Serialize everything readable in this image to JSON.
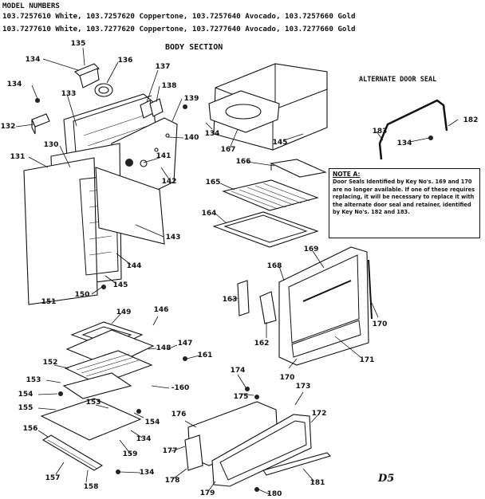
{
  "header": {
    "line1": "MODEL NUMBERS",
    "line2": "103.7257610 White, 103.7257620 Coppertone, 103.7257640 Avocado, 103.7257660 Gold",
    "line3": "103.7277610 White, 103.7277620 Coppertone, 103.7277640 Avocado, 103.7277660 Gold"
  },
  "section_title": "BODY SECTION",
  "alternate_title": "ALTERNATE DOOR SEAL",
  "note": {
    "title": "NOTE A:",
    "body": "Door Seals Identified by Key No's. 169 and 170 are no longer available. If one of these requires replacing, it will be necessary to replace it with the alternate door seal and retainer, identified by Key No's. 182 and 183."
  },
  "corner_mark": "D5",
  "labels": [
    {
      "id": "134a",
      "text": "134"
    },
    {
      "id": "135",
      "text": "135"
    },
    {
      "id": "136",
      "text": "136"
    },
    {
      "id": "137",
      "text": "137"
    },
    {
      "id": "138",
      "text": "138"
    },
    {
      "id": "139",
      "text": "139"
    },
    {
      "id": "134b",
      "text": "134"
    },
    {
      "id": "133",
      "text": "133"
    },
    {
      "id": "132",
      "text": "132"
    },
    {
      "id": "140",
      "text": "140"
    },
    {
      "id": "130",
      "text": "130"
    },
    {
      "id": "131",
      "text": "131"
    },
    {
      "id": "141",
      "text": "141"
    },
    {
      "id": "142",
      "text": "142"
    },
    {
      "id": "143",
      "text": "143"
    },
    {
      "id": "144",
      "text": "144"
    },
    {
      "id": "145a",
      "text": "145"
    },
    {
      "id": "151",
      "text": "151"
    },
    {
      "id": "150",
      "text": "150"
    },
    {
      "id": "134c",
      "text": "134"
    },
    {
      "id": "167",
      "text": "167"
    },
    {
      "id": "145b",
      "text": "145"
    },
    {
      "id": "166",
      "text": "166"
    },
    {
      "id": "165",
      "text": "165"
    },
    {
      "id": "164",
      "text": "164"
    },
    {
      "id": "183",
      "text": "183"
    },
    {
      "id": "182",
      "text": "182"
    },
    {
      "id": "134d",
      "text": "134"
    },
    {
      "id": "169",
      "text": "169"
    },
    {
      "id": "168",
      "text": "168"
    },
    {
      "id": "163",
      "text": "163"
    },
    {
      "id": "162",
      "text": "162"
    },
    {
      "id": "170a",
      "text": "170"
    },
    {
      "id": "170b",
      "text": "170"
    },
    {
      "id": "171",
      "text": "171"
    },
    {
      "id": "149",
      "text": "149"
    },
    {
      "id": "146",
      "text": "146"
    },
    {
      "id": "148",
      "text": "148"
    },
    {
      "id": "147",
      "text": "147"
    },
    {
      "id": "161",
      "text": "161"
    },
    {
      "id": "152",
      "text": "152"
    },
    {
      "id": "153a",
      "text": "153"
    },
    {
      "id": "154a",
      "text": "154"
    },
    {
      "id": "160",
      "text": "-160"
    },
    {
      "id": "155",
      "text": "155"
    },
    {
      "id": "153b",
      "text": "153"
    },
    {
      "id": "154b",
      "text": "154"
    },
    {
      "id": "134e",
      "text": "134"
    },
    {
      "id": "156",
      "text": "156"
    },
    {
      "id": "159",
      "text": "159"
    },
    {
      "id": "157",
      "text": "157"
    },
    {
      "id": "134f",
      "text": "134"
    },
    {
      "id": "158",
      "text": "158"
    },
    {
      "id": "174",
      "text": "174"
    },
    {
      "id": "175",
      "text": "175"
    },
    {
      "id": "173",
      "text": "173"
    },
    {
      "id": "176",
      "text": "176"
    },
    {
      "id": "172",
      "text": "172"
    },
    {
      "id": "177",
      "text": "177"
    },
    {
      "id": "178",
      "text": "178"
    },
    {
      "id": "179",
      "text": "179"
    },
    {
      "id": "180",
      "text": "180"
    },
    {
      "id": "181",
      "text": "181"
    }
  ]
}
